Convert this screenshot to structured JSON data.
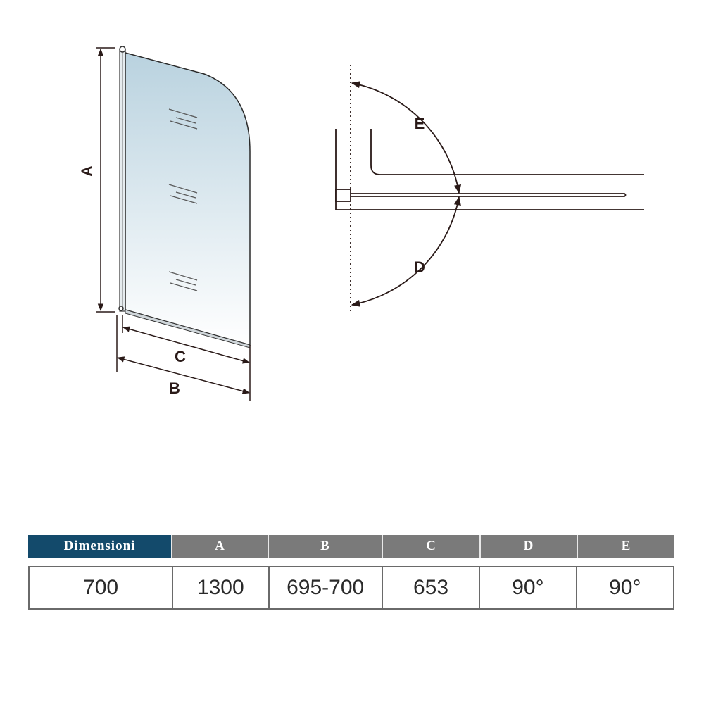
{
  "diagram": {
    "front_view": {
      "labels": {
        "height": "A",
        "inner_width": "C",
        "outer_width": "B"
      },
      "glass_color_top": "#b9d2df",
      "glass_color_bottom": "#ffffff"
    },
    "top_view": {
      "labels": {
        "swing_in": "E",
        "swing_out": "D"
      }
    },
    "line_color": "#2a1a18"
  },
  "table": {
    "header_colors": {
      "first": "#134a6b",
      "rest": "#7a7a7a"
    },
    "headers": [
      "Dimensioni",
      "A",
      "B",
      "C",
      "D",
      "E"
    ],
    "values": [
      "700",
      "1300",
      "695-700",
      "653",
      "90°",
      "90°"
    ]
  }
}
